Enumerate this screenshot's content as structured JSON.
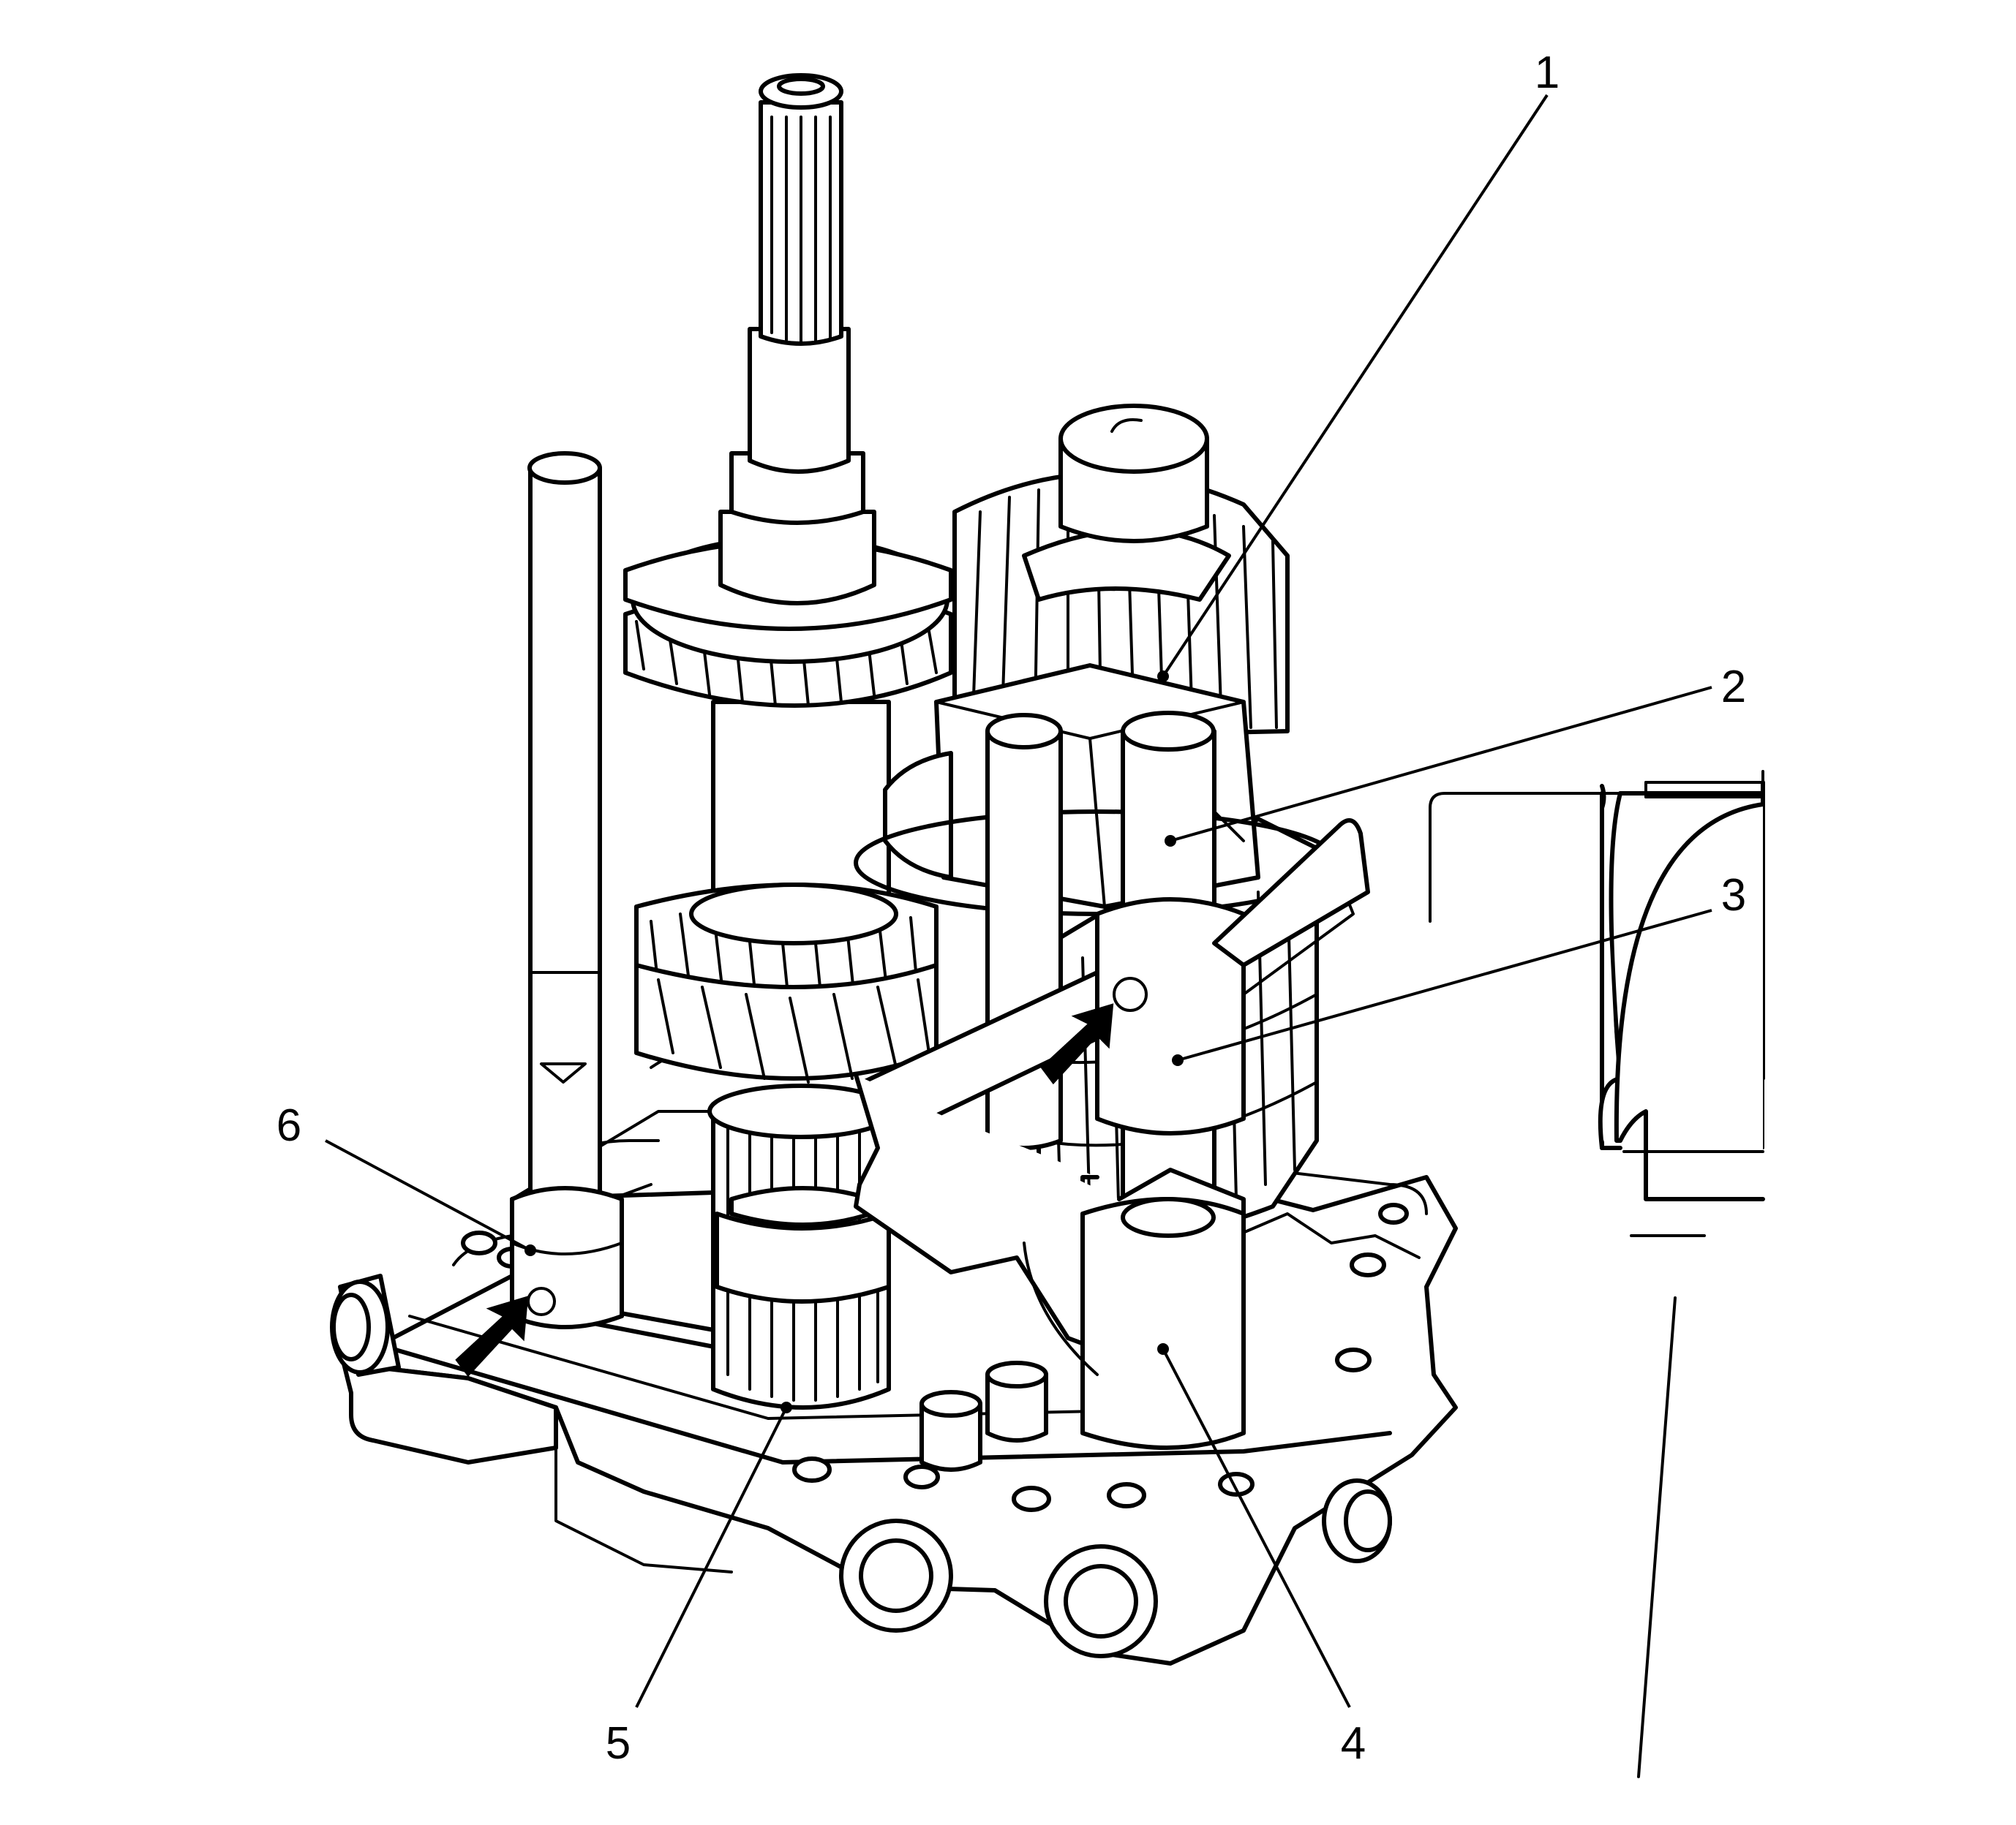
{
  "figure": {
    "callouts": [
      {
        "id": "callout-1",
        "label": "1"
      },
      {
        "id": "callout-2",
        "label": "2"
      },
      {
        "id": "callout-3",
        "label": "3"
      },
      {
        "id": "callout-4",
        "label": "4"
      },
      {
        "id": "callout-5",
        "label": "5"
      },
      {
        "id": "callout-6",
        "label": "6"
      }
    ],
    "arrows": [
      "direction-arrow-icon",
      "direction-arrow-icon"
    ],
    "colors": {
      "ink": "#000000",
      "paper": "#ffffff"
    }
  }
}
